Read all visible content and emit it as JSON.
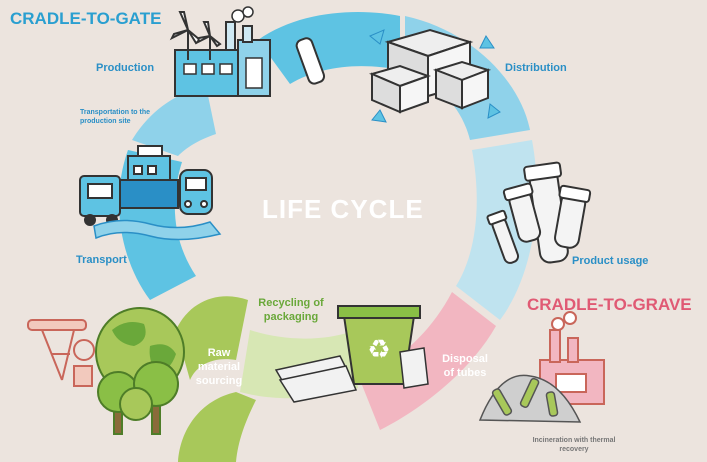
{
  "headings": {
    "cradle_to_gate": "CRADLE-TO-GATE",
    "cradle_to_grave": "CRADLE-TO-GRAVE",
    "center": "LIFE CYCLE"
  },
  "stages": {
    "production": "Production",
    "transport_to_site": "Transportation to the production site",
    "distribution": "Distribution",
    "transport": "Transport",
    "product_usage": "Product usage",
    "recycling": "Recycling of packaging",
    "raw_material": "Raw material sourcing",
    "disposal": "Disposal of tubes",
    "incineration": "Incineration with thermal recovery"
  },
  "colors": {
    "background": "#ece4de",
    "gate_heading": "#2a9fd0",
    "grave_heading": "#e05a74",
    "arrow_blue": "#5ec3e3",
    "arrow_light_blue": "#bfe3ef",
    "arrow_pink": "#f2b6c1",
    "arrow_green": "#a8c85a",
    "arrow_light_green": "#d7e7b4"
  },
  "icons": [
    "factory-icon",
    "wind-turbine-icon",
    "boxes-icon",
    "tubes-icon",
    "ship-icon",
    "truck-icon",
    "train-icon",
    "globe-icon",
    "trees-icon",
    "oil-pump-icon",
    "recycle-bin-icon",
    "incinerator-icon",
    "tube-pile-icon"
  ]
}
